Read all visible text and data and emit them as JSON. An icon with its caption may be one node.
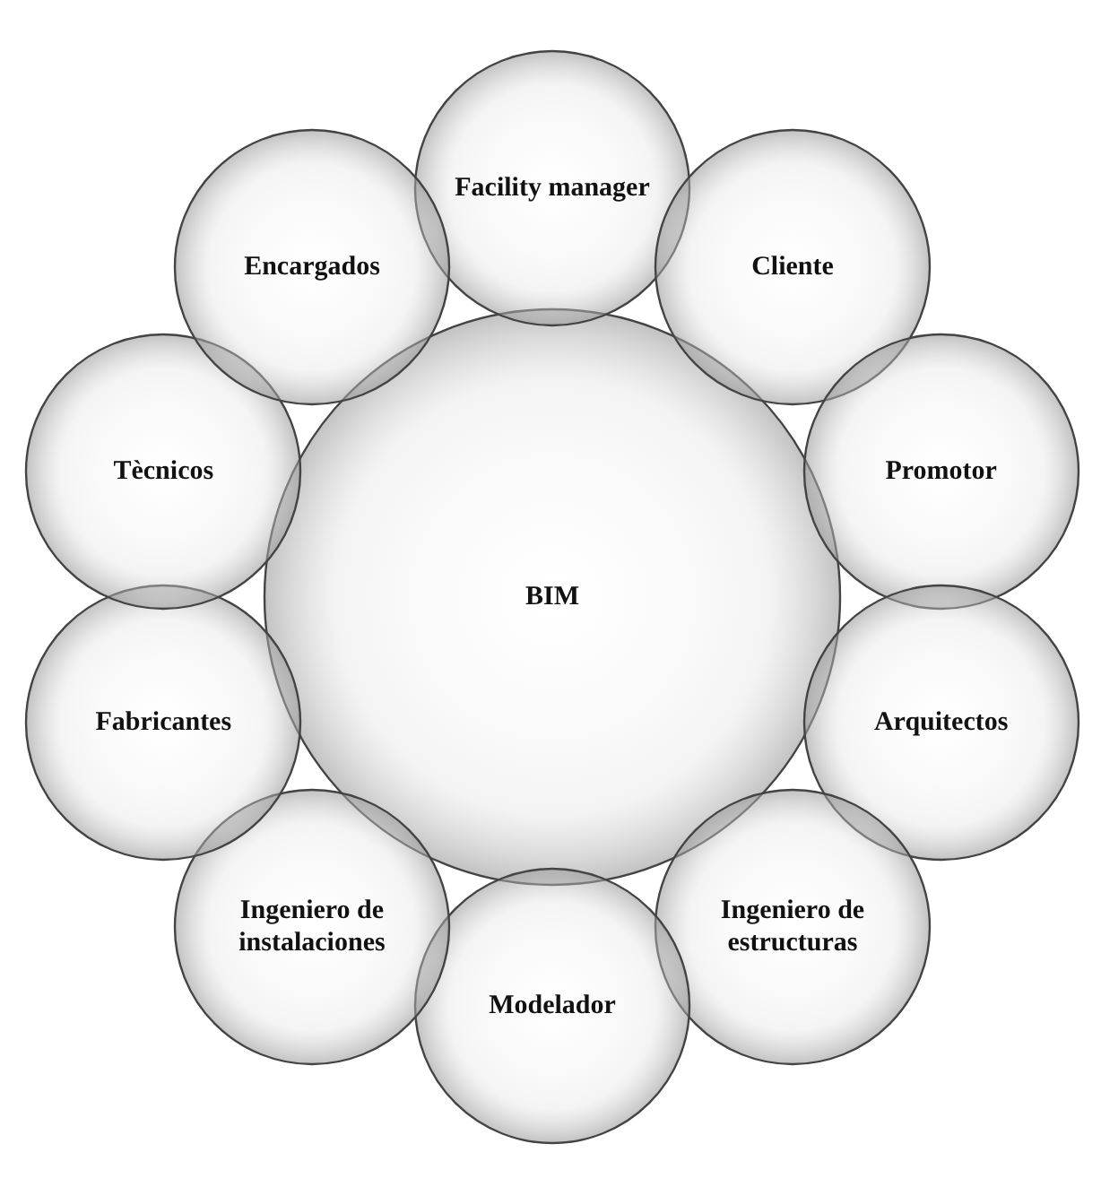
{
  "diagram": {
    "nodes": [
      {
        "text": [
          "Facility manager"
        ]
      },
      {
        "text": [
          "Cliente"
        ]
      },
      {
        "text": [
          "Promotor"
        ]
      },
      {
        "text": [
          "Arquitectos"
        ]
      },
      {
        "text": [
          "Ingeniero de estructuras"
        ]
      },
      {
        "text": [
          "Modelador"
        ]
      },
      {
        "text": [
          "Ingeniero de instalaciones"
        ]
      },
      {
        "text": [
          "Fabricantes"
        ]
      },
      {
        "text": [
          "Tècnicos"
        ]
      },
      {
        "text": [
          "Encargados"
        ]
      },
      {
        "text": [
          "BIM"
        ]
      }
    ]
  }
}
